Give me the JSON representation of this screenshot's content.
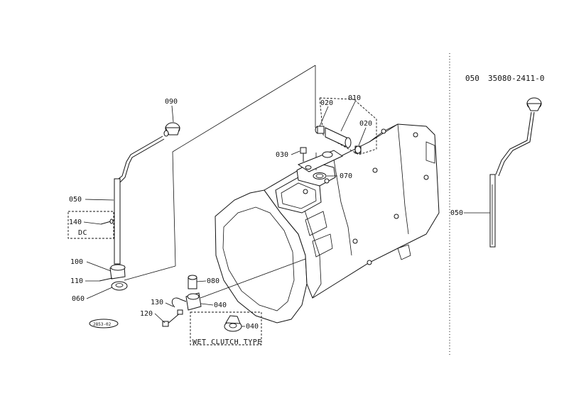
{
  "header": {
    "ref_label": "050",
    "part_number": "35080-2411-0"
  },
  "callouts": {
    "c010": "010",
    "c020a": "020",
    "c020b": "020",
    "c030": "030",
    "c040a": "040",
    "c040b": "040",
    "c050_left": "050",
    "c050_right": "050",
    "c060": "060",
    "c070": "070",
    "c080": "080",
    "c090": "090",
    "c100": "100",
    "c110": "110",
    "c120": "120",
    "c130": "130",
    "c140": "140"
  },
  "boxes": {
    "dc_label": "DC",
    "wet_clutch_label": "WET CLUTCH TYPE"
  },
  "stamp": "2853-02",
  "colors": {
    "ink": "#111111",
    "paper": "#ffffff"
  }
}
